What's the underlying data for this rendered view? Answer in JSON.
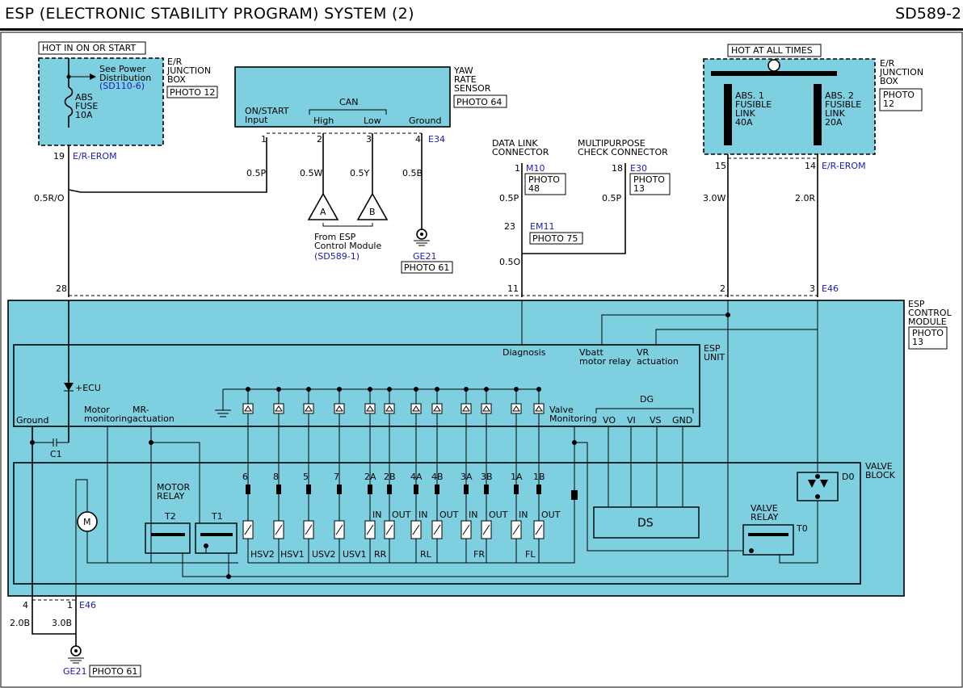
{
  "header": {
    "title": "ESP (ELECTRONIC STABILITY PROGRAM) SYSTEM (2)",
    "page_id": "SD589-2"
  },
  "colors": {
    "module_fill": "#7ecfe0",
    "wire": "#000000",
    "ref_link": "#1a1ab4"
  },
  "ecu_left": {
    "hot_label": "HOT IN ON OR START",
    "box_label": "E/R\nJUNCTION\nBOX",
    "photo": "PHOTO 12",
    "see_power": "See Power\nDistribution",
    "see_ref": "(SD110-6)",
    "fuse": "ABS\nFUSE\n10A",
    "pin": "19",
    "connector": "E/R-EROM",
    "wire_a": "0.5R/O"
  },
  "yaw_sensor": {
    "label": "YAW\nRATE\nSENSOR",
    "photo": "PHOTO 64",
    "can_label": "CAN",
    "pins": [
      {
        "name": "ON/START\nInput",
        "num": "1",
        "wire": "0.5P"
      },
      {
        "name": "High",
        "num": "2",
        "wire": "0.5W"
      },
      {
        "name": "Low",
        "num": "3",
        "wire": "0.5Y"
      },
      {
        "name": "Ground",
        "num": "4",
        "wire": "0.5B"
      }
    ],
    "connector": "E34",
    "from_esp": "From ESP\nControl Module",
    "from_ref": "(SD589-1)",
    "tri_a": "A",
    "tri_b": "B",
    "gnd": "GE21",
    "gnd_photo": "PHOTO 61"
  },
  "dlc": {
    "label": "DATA LINK\nCONNECTOR",
    "pin": "1",
    "connector": "M10",
    "photo": "PHOTO\n48",
    "wire_a": "0.5P",
    "em_pin": "23",
    "em_connector": "EM11",
    "em_photo": "PHOTO 75",
    "wire_b": "0.5O"
  },
  "mcc": {
    "label": "MULTIPURPOSE\nCHECK CONNECTOR",
    "pin": "18",
    "connector": "E30",
    "photo": "PHOTO\n13",
    "wire": "0.5P"
  },
  "ecu_right": {
    "hot_label": "HOT AT ALL TIMES",
    "box_label": "E/R\nJUNCTION\nBOX",
    "photo": "PHOTO\n12",
    "link1": "ABS. 1\nFUSIBLE\nLINK\n40A",
    "link2": "ABS. 2\nFUSIBLE\nLINK\n20A",
    "pin1": "15",
    "pin2": "14",
    "connector": "E/R-EROM",
    "wire1": "3.0W",
    "wire2": "2.0R"
  },
  "esp_module": {
    "label": "ESP\nCONTROL\nMODULE",
    "photo": "PHOTO\n13",
    "pins": {
      "p28": "28",
      "p11": "11",
      "p2": "2",
      "p3": "3"
    },
    "connector": "E46",
    "unit_label": "ESP\nUNIT",
    "diagnosis": "Diagnosis",
    "vbatt": "Vbatt\nmotor relay",
    "vr": "VR\nactuation",
    "ecu_plus": "+ECU",
    "ground": "Ground",
    "motor_mon": "Motor\nmonitoring",
    "mr_act": "MR-\nactuation",
    "valve_mon": "Valve\nMonitoring",
    "dg": "DG",
    "dg_pins": [
      "VO",
      "VI",
      "VS",
      "GND"
    ],
    "c1": "C1",
    "valve_block": "VALVE\nBLOCK",
    "motor_relay": "MOTOR\nRELAY",
    "t2": "T2",
    "t1": "T1",
    "m": "M",
    "valve_nums": [
      "6",
      "8",
      "5",
      "7",
      "2A",
      "2B",
      "4A",
      "4B",
      "3A",
      "3B",
      "1A",
      "1B"
    ],
    "inout": [
      "IN",
      "OUT",
      "IN",
      "OUT",
      "IN",
      "OUT",
      "IN",
      "OUT"
    ],
    "valve_names": [
      "HSV2",
      "HSV1",
      "USV2",
      "USV1",
      "RR",
      "RL",
      "FR",
      "FL"
    ],
    "ds": "DS",
    "valve_relay": "VALVE\nRELAY",
    "t0": "T0",
    "d0": "D0"
  },
  "bottom": {
    "pin4": "4",
    "pin1": "1",
    "connector": "E46",
    "wire_a": "2.0B",
    "wire_b": "3.0B",
    "gnd": "GE21",
    "gnd_photo": "PHOTO 61"
  }
}
